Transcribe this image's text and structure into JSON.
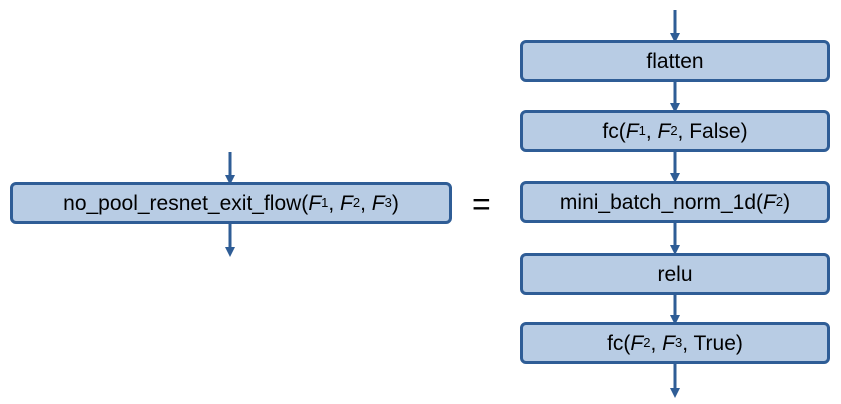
{
  "colors": {
    "box_fill": "#b8cce4",
    "box_border": "#2f5d96",
    "arrow": "#2f5d96",
    "text": "#000000"
  },
  "left": {
    "name": "no_pool_resnet_exit_flow",
    "args": [
      "F1",
      "F2",
      "F3"
    ],
    "label_parts": {
      "prefix": "no_pool_resnet_exit_flow(",
      "a1": "F",
      "a1_sub": "1",
      "sep1": ", ",
      "a2": "F",
      "a2_sub": "2",
      "sep2": ", ",
      "a3": "F",
      "a3_sub": "3",
      "suffix": ")"
    }
  },
  "equals": "=",
  "right": {
    "steps": [
      {
        "text": "flatten"
      },
      {
        "prefix": "fc(",
        "a1": "F",
        "a1_sub": "1",
        "sep1": ", ",
        "a2": "F",
        "a2_sub": "2",
        "suffix": ", False)"
      },
      {
        "prefix": "mini_batch_norm_1d(",
        "a1": "F",
        "a1_sub": "2",
        "suffix": ")"
      },
      {
        "text": "relu"
      },
      {
        "prefix": "fc(",
        "a1": "F",
        "a1_sub": "2",
        "sep1": ", ",
        "a2": "F",
        "a2_sub": "3",
        "suffix": ", True)"
      }
    ]
  }
}
